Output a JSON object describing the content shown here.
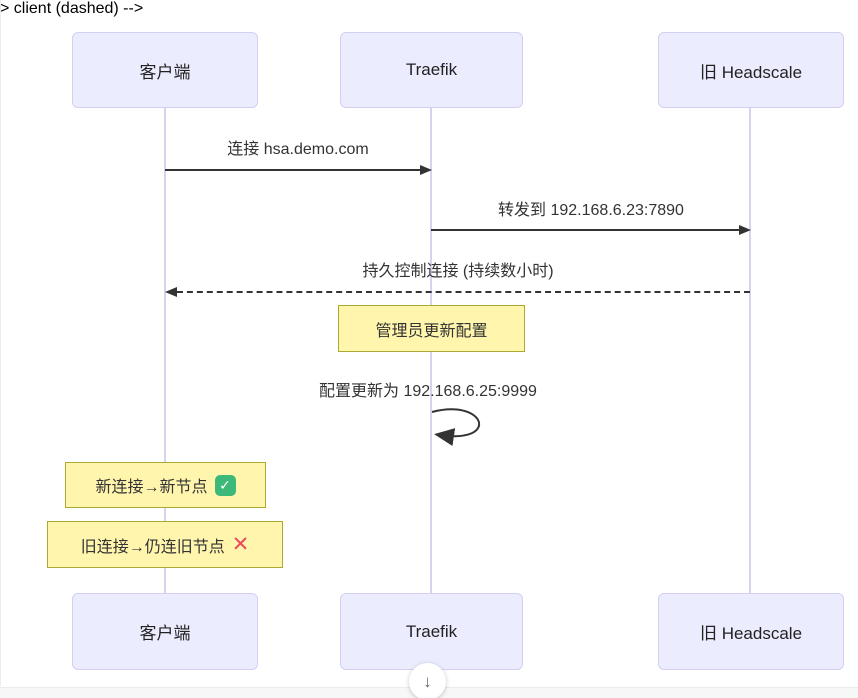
{
  "diagram": {
    "type": "sequence",
    "actors": [
      {
        "id": "client",
        "label": "客户端"
      },
      {
        "id": "traefik",
        "label": "Traefik"
      },
      {
        "id": "old-headscale",
        "label": "旧 Headscale"
      }
    ],
    "messages": [
      {
        "from": "client",
        "to": "traefik",
        "style": "solid",
        "label": "连接 hsa.demo.com"
      },
      {
        "from": "traefik",
        "to": "old-headscale",
        "style": "solid",
        "label": "转发到 192.168.6.23:7890"
      },
      {
        "from": "old-headscale",
        "to": "client",
        "style": "dashed",
        "label": "持久控制连接 (持续数小时)"
      },
      {
        "from": "traefik",
        "to": "traefik",
        "style": "self",
        "label": "配置更新为 192.168.6.25:9999"
      }
    ],
    "notes": [
      {
        "over": "traefik",
        "label": "管理员更新配置"
      },
      {
        "over": "client",
        "label": "新连接→新节点",
        "icon_name": "check-icon",
        "icon": "✓"
      },
      {
        "over": "client",
        "label": "旧连接→仍连旧节点",
        "icon_name": "cross-icon",
        "icon": "✕"
      }
    ],
    "colors": {
      "actor_fill": "#ECECFF",
      "actor_border": "#D4CFF0",
      "lifeline": "#D8D2EE",
      "message_line": "#333333",
      "text": "#333333",
      "note_fill": "#FFF5AD",
      "note_border": "#AAAA33",
      "check_badge_bg": "#3CB878",
      "cross_color": "#EE4A5F"
    }
  },
  "controls": {
    "scroll_down": {
      "icon": "↓"
    }
  }
}
